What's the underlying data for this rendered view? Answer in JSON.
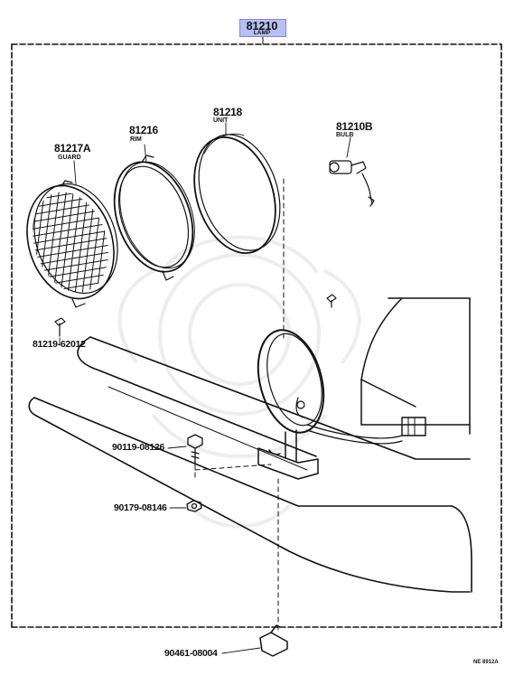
{
  "header": {
    "part_number": "81210",
    "part_name": "LAMP"
  },
  "parts": [
    {
      "number": "81217A",
      "name": "GUARD"
    },
    {
      "number": "81216",
      "name": "RIM"
    },
    {
      "number": "81218",
      "name": "UNIT"
    },
    {
      "number": "81210B",
      "name": "BULB"
    },
    {
      "number": "81219-62012",
      "name": ""
    },
    {
      "number": "90119-08126",
      "name": ""
    },
    {
      "number": "90179-08146",
      "name": ""
    },
    {
      "number": "90461-08004",
      "name": ""
    }
  ],
  "diagram_code": "NE 8912A"
}
